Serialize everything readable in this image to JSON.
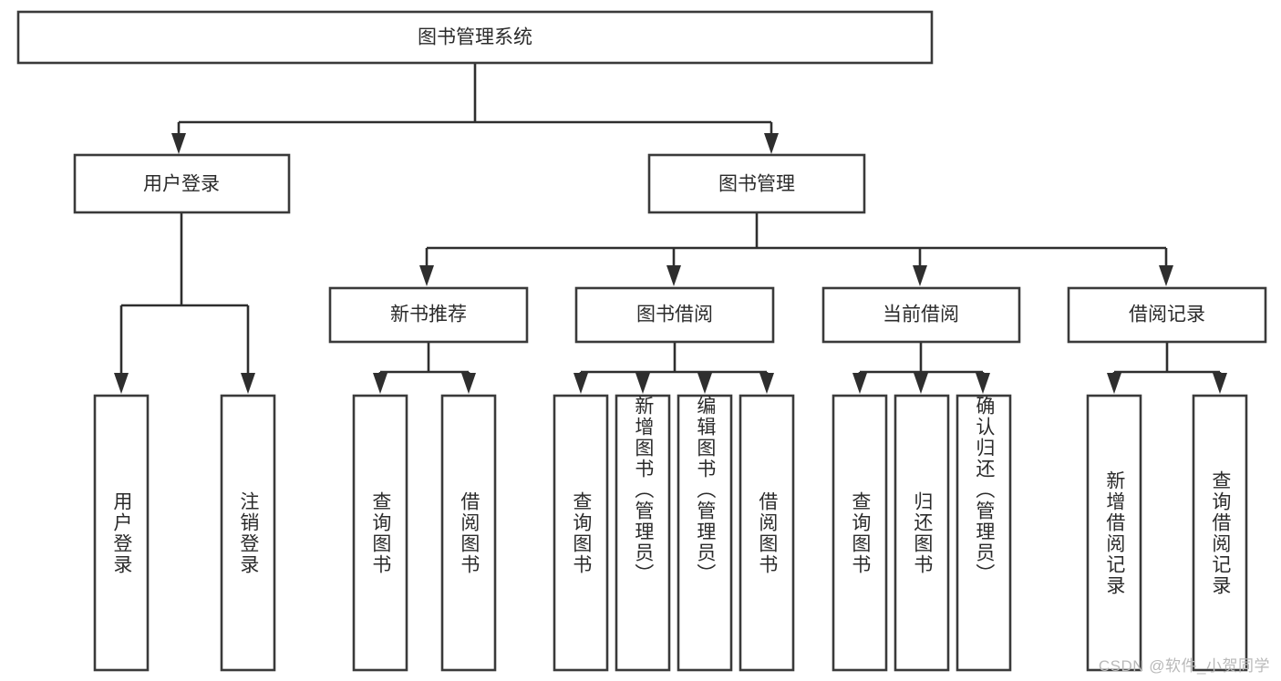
{
  "diagram": {
    "type": "tree-hierarchy",
    "title": "图书管理系统",
    "root": {
      "label": "图书管理系统"
    },
    "level1": [
      {
        "label": "用户登录"
      },
      {
        "label": "图书管理"
      }
    ],
    "level2": [
      {
        "label": "新书推荐",
        "parent": "图书管理"
      },
      {
        "label": "图书借阅",
        "parent": "图书管理"
      },
      {
        "label": "当前借阅",
        "parent": "图书管理"
      },
      {
        "label": "借阅记录",
        "parent": "图书管理"
      }
    ],
    "leaves": {
      "user_login": [
        {
          "label": "用户登录"
        },
        {
          "label": "注销登录"
        }
      ],
      "new_book_recommend": [
        {
          "label": "查询图书"
        },
        {
          "label": "借阅图书"
        }
      ],
      "book_borrow": [
        {
          "label": "查询图书"
        },
        {
          "label": "新增图书（管理员）"
        },
        {
          "label": "编辑图书（管理员）"
        },
        {
          "label": "借阅图书"
        }
      ],
      "current_borrow": [
        {
          "label": "查询图书"
        },
        {
          "label": "归还图书"
        },
        {
          "label": "确认归还（管理员）"
        }
      ],
      "borrow_record": [
        {
          "label": "新增借阅记录"
        },
        {
          "label": "查询借阅记录"
        }
      ]
    }
  },
  "watermark": {
    "text": "CSDN @软件_小贺同学"
  },
  "colors": {
    "box_stroke": "#3a3a3a",
    "connector": "#2e2e2e",
    "text": "#2b2b2b",
    "background": "#ffffff",
    "watermark": "#b9b9b9"
  }
}
